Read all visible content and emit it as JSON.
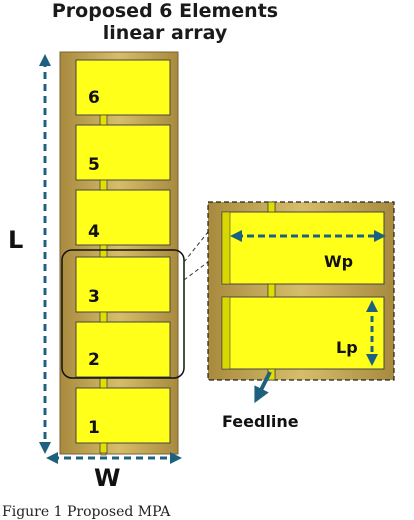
{
  "title": {
    "line1": "Proposed 6 Elements",
    "line2": "linear array"
  },
  "elements": [
    "6",
    "5",
    "4",
    "3",
    "2",
    "1"
  ],
  "dimensions": {
    "length": "L",
    "width": "W",
    "patch_width": "Wp",
    "patch_length": "Lp"
  },
  "feedline_label": "Feedline",
  "caption": "Figure 1 Proposed MPA",
  "colors": {
    "patch": "#ffff1a",
    "substrate": "#b79848",
    "arrow": "#1e6080",
    "outline": "#222222"
  }
}
